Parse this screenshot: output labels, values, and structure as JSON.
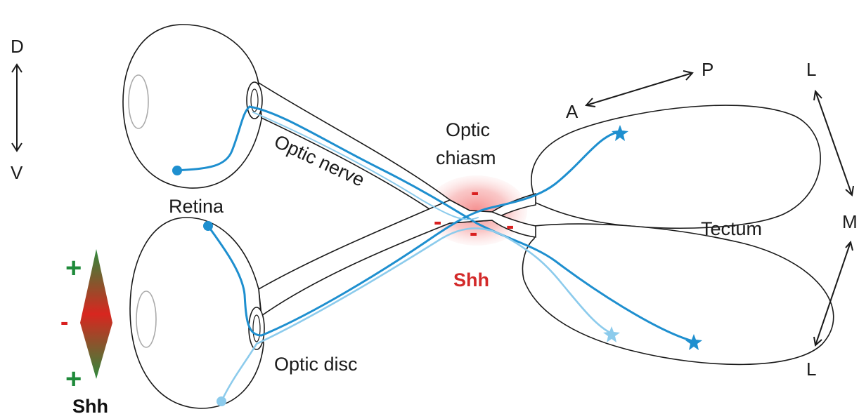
{
  "labels": {
    "optic_nerve": "Optic nerve",
    "optic_chiasm_1": "Optic",
    "optic_chiasm_2": "chiasm",
    "retina": "Retina",
    "tectum": "Tectum",
    "optic_disc": "Optic disc",
    "shh_chiasm": "Shh",
    "shh_retina": "Shh"
  },
  "axes": {
    "dorsal": "D",
    "ventral": "V",
    "anterior": "A",
    "posterior": "P",
    "lateral_top": "L",
    "medial": "M",
    "lateral_bottom": "L"
  },
  "signs": {
    "chiasm_top": "-",
    "chiasm_left": "-",
    "chiasm_right": "-",
    "chiasm_bottom": "-",
    "retina_top": "+",
    "retina_middle": "-",
    "retina_bottom": "+"
  },
  "colors": {
    "axon_dark": "#1e8fcf",
    "axon_light": "#8ccbec",
    "repulsion": "#e02020",
    "attraction": "#1f8a3a"
  }
}
